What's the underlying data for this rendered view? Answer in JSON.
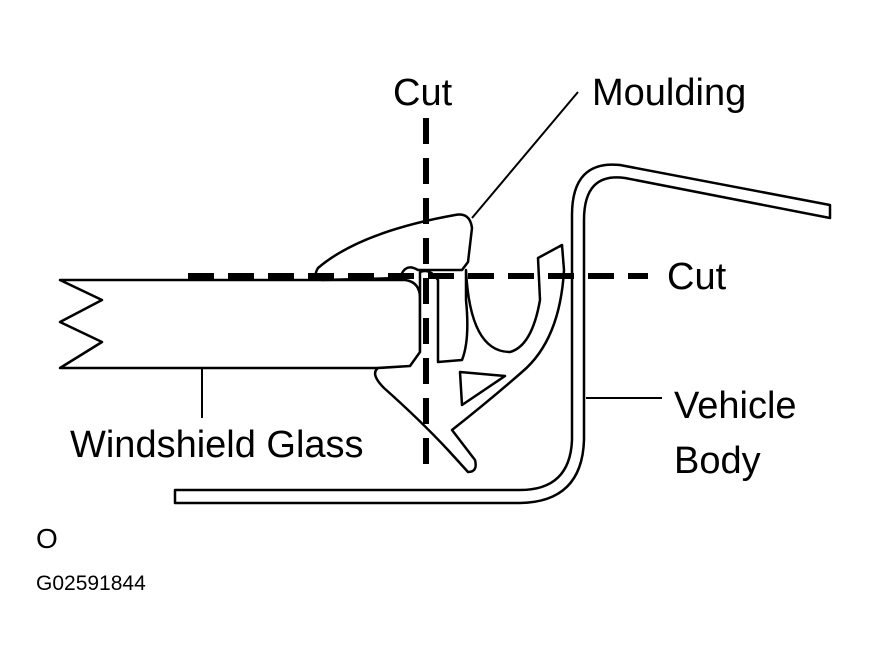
{
  "labels": {
    "cut_vertical": "Cut",
    "cut_horizontal": "Cut",
    "moulding": "Moulding",
    "vehicle_body_line1": "Vehicle",
    "vehicle_body_line2": "Body",
    "windshield_glass": "Windshield Glass",
    "view_letter": "O",
    "figure_id": "G02591844"
  },
  "colors": {
    "ink": "#000000",
    "background": "#ffffff"
  }
}
